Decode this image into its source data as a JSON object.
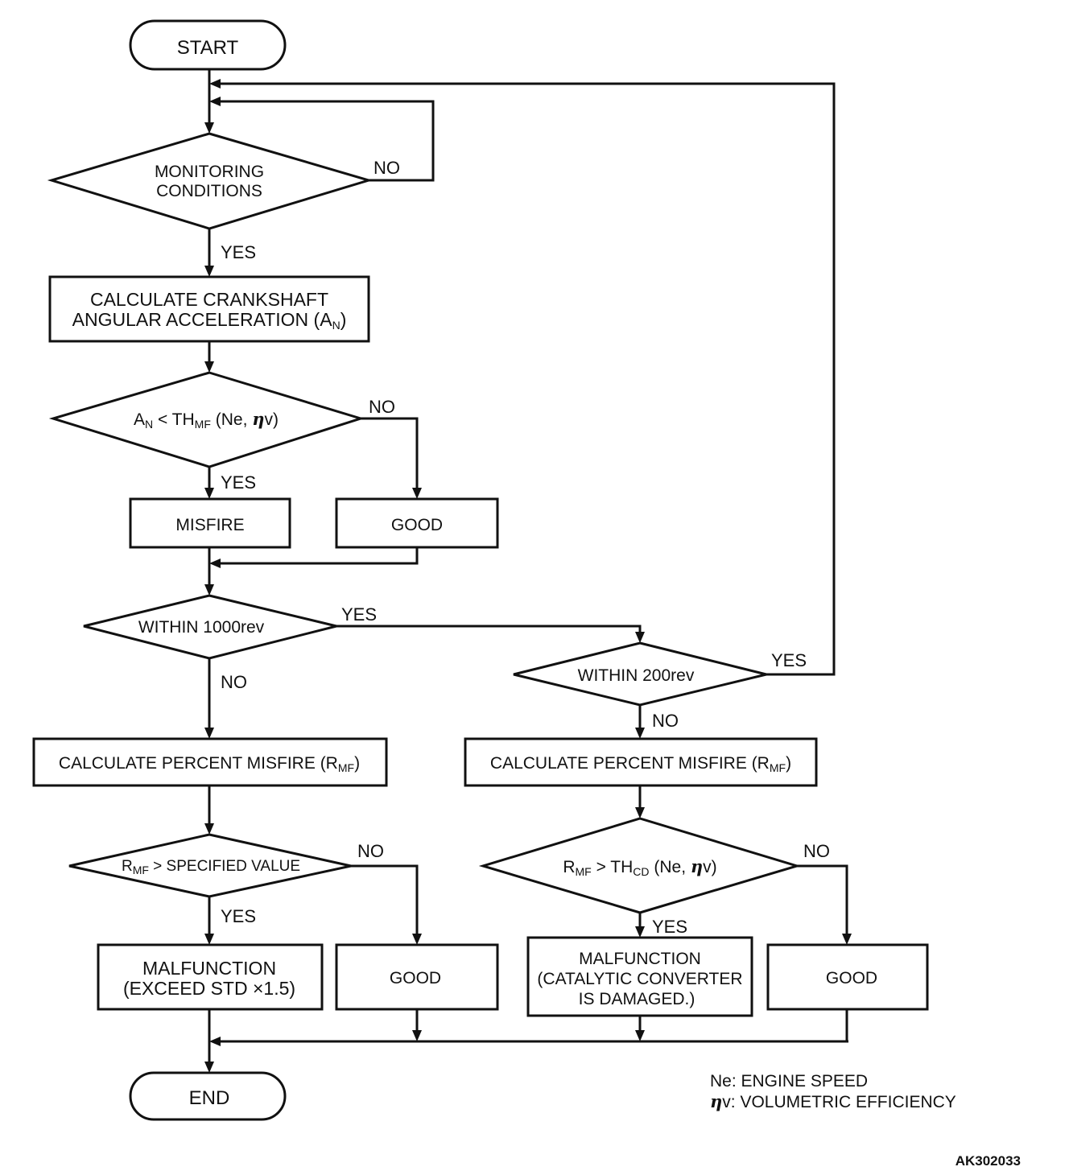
{
  "nodes": {
    "start": "START",
    "end": "END",
    "monitoring": [
      "MONITORING",
      "CONDITIONS"
    ],
    "calc_accel": [
      "CALCULATE CRANKSHAFT",
      "ANGULAR ACCELERATION (A",
      "N",
      ")"
    ],
    "cond_an": {
      "a": "A",
      "a_sub": "N",
      "lt": " < TH",
      "th_sub": "MF",
      "args_pre": " (Ne, ",
      "eta": "η",
      "args_post": "v)"
    },
    "misfire": "MISFIRE",
    "good": "GOOD",
    "within_1000": "WITHIN 1000rev",
    "within_200": "WITHIN 200rev",
    "calc_percent": {
      "text": "CALCULATE PERCENT MISFIRE (R",
      "sub": "MF",
      "close": ")"
    },
    "cond_spec": {
      "r": "R",
      "r_sub": "MF",
      "rest": " > SPECIFIED VALUE"
    },
    "cond_thcd": {
      "r": "R",
      "r_sub": "MF",
      "gt": " > TH",
      "th_sub": "CD",
      "args_pre": " (Ne, ",
      "eta": "η",
      "args_post": "v)"
    },
    "malfunction_std": [
      "MALFUNCTION",
      "(EXCEED STD  ×1.5)"
    ],
    "malfunction_cat": [
      "MALFUNCTION",
      "(CATALYTIC CONVERTER",
      "IS DAMAGED.)"
    ]
  },
  "branch_labels": {
    "yes": "YES",
    "no": "NO"
  },
  "legend": {
    "ne": "Ne: ENGINE SPEED",
    "eta_symbol": "η",
    "eta_text": "v: VOLUMETRIC EFFICIENCY"
  },
  "figure_code": "AK302033"
}
